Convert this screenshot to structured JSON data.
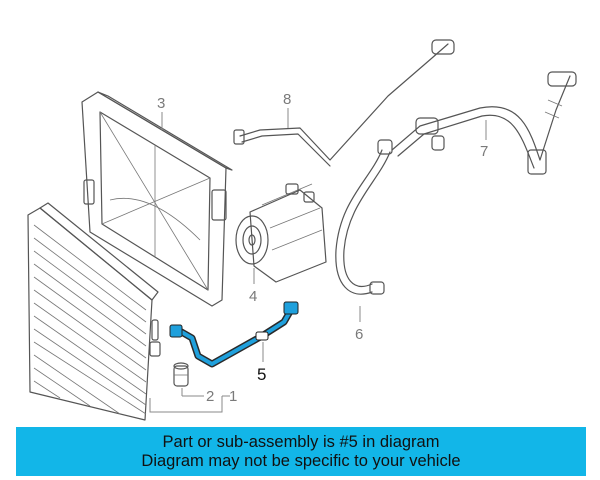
{
  "colors": {
    "banner_background": "#12b6e8",
    "highlight_part": "#1fa0dc",
    "line_art": "#555555"
  },
  "callouts": {
    "part_1": "1",
    "part_2": "2",
    "part_3": "3",
    "part_4": "4",
    "part_5": "5",
    "part_6": "6",
    "part_7": "7",
    "part_8": "8"
  },
  "highlighted_part": "5",
  "banner": {
    "line1": "Part or sub-assembly is #5 in diagram",
    "line2": "Diagram may not be specific to your vehicle"
  }
}
